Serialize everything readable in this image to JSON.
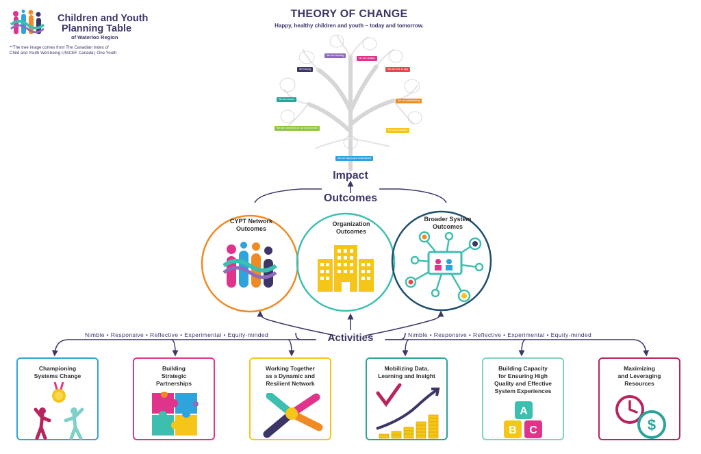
{
  "logo": {
    "title_line1": "Children and Youth",
    "title_line2": "Planning Table",
    "subtitle": "of Waterloo Region"
  },
  "credit_note": "**The tree image comes from The Canadian Index of Child and Youth Well-being UNICEF Canada | One Youth",
  "header": {
    "title": "THEORY OF CHANGE",
    "subtitle": "Happy, healthy children and youth – today and tomorrow."
  },
  "tree_tags": [
    {
      "label": "We are learning",
      "color": "#8e6bbf"
    },
    {
      "label": "We are healthy",
      "color": "#e0338a"
    },
    {
      "label": "We belong",
      "color": "#3d3566"
    },
    {
      "label": "We are free to play",
      "color": "#e8474a"
    },
    {
      "label": "We are secure",
      "color": "#2aa39a"
    },
    {
      "label": "We are participating",
      "color": "#f08a24"
    },
    {
      "label": "We are connected to our environment",
      "color": "#8dc63f"
    },
    {
      "label": "We are protected",
      "color": "#f5c518"
    },
    {
      "label": "We are happy and empowered",
      "color": "#2ea3dc"
    }
  ],
  "labels": {
    "impact": "Impact",
    "outcomes": "Outcomes",
    "activities": "Activities"
  },
  "values_text": {
    "left": "Nimble • Responsive • Reflective • Experimental • Equity-minded",
    "right": "Nimble • Responsive • Reflective • Experimental • Equity-minded"
  },
  "outcome_circles": [
    {
      "line1": "CYPT Network",
      "line2": "Outcomes",
      "color": "#f08a24"
    },
    {
      "line1": "Organization",
      "line2": "Outcomes",
      "color": "#3dbfb0"
    },
    {
      "line1": "Broader System",
      "line2": "Outcomes",
      "color": "#1f4e6e"
    }
  ],
  "activities": [
    {
      "line1": "Championing",
      "line2": "Systems Change",
      "line3": "",
      "color": "#2ea3dc"
    },
    {
      "line1": "Building",
      "line2": "Strategic",
      "line3": "Partnerships",
      "color": "#e0338a"
    },
    {
      "line1": "Working Together",
      "line2": "as a Dynamic and",
      "line3": "Resilient Network",
      "color": "#f5c518"
    },
    {
      "line1": "Mobilizing Data,",
      "line2": "Learning and Insight",
      "line3": "",
      "color": "#2aa39a"
    },
    {
      "line1": "Building Capacity",
      "line2": "for Ensuring High",
      "line3": "Quality and Effective",
      "line4": "System Experiences",
      "color": "#7fd0c6"
    },
    {
      "line1": "Maximizing",
      "line2": "and Leveraging",
      "line3": "Resources",
      "color": "#b8245e"
    }
  ],
  "abc_letters": [
    "A",
    "B",
    "C"
  ],
  "colors": {
    "navy": "#3d3566",
    "orange": "#f08a24",
    "teal": "#3dbfb0",
    "darkteal": "#1f4e6e",
    "pink": "#e0338a",
    "yellow": "#f5c518",
    "blue": "#2ea3dc",
    "maroon": "#b8245e"
  }
}
